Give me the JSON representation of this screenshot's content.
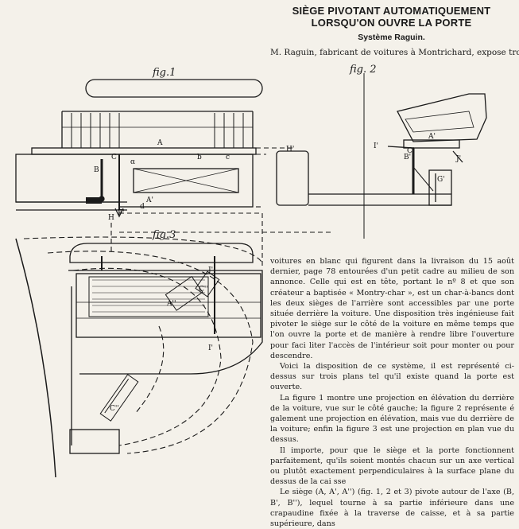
{
  "header": {
    "title_line1": "SIÈGE PIVOTANT AUTOMATIQUEMENT",
    "title_line2": "LORSQU'ON OUVRE LA PORTE",
    "subtitle": "Système Raguin.",
    "intro": "M. Raguin, fabricant de voitures à Montrichard, expose trois"
  },
  "figures": {
    "fig1": "fig.1",
    "fig2": "fig. 2",
    "fig3": "fig.3"
  },
  "labels": {
    "A": "A",
    "B": "B",
    "C": "C",
    "alpha": "α",
    "b": "b",
    "c": "c",
    "Aprime": "A'",
    "d": "d",
    "H": "H",
    "Hprime": "H'",
    "Iprime": "I'",
    "Jprime": "J'",
    "Gprime": "G'",
    "Bprime": "B'",
    "Cprime": "C'",
    "Adouble": "A''",
    "Fprime": "F'",
    "Cdouble": "C''",
    "I": "I'",
    "Jdouble": "J''",
    "Ctriple": "C''"
  },
  "body": {
    "p1": "voitures en blanc qui figurent dans la livraison du 15 août dernier, page 78 entourées d'un petit cadre au milieu de son annonce. Celle qui est en tête, portant le nº 8 et que son créateur a baptisée « Montry-char », est un char-à-bancs dont les deux sièges de l'arrière sont accessibles par une porte située derrière la voiture. Une disposition très ingénieuse fait pivoter le siège sur le côté de la voiture en même temps que l'on ouvre la porte et de manière à rendre libre l'ouverture pour faci liter l'accès de l'intérieur soit pour monter ou pour descendre.",
    "p2": "Voici la disposition de ce système, il est représenté ci-dessus sur trois plans tel qu'il existe quand la porte est ouverte.",
    "p3": "La figure 1 montre une projection en élévation du derrière de la voiture, vue sur le côté gauche; la figure 2 représente é galement une projection en élévation, mais vue du derrière de la voiture; enfin la figure 3 est une projection en plan vue du dessus.",
    "p4": "Il importe, pour que le siège et la porte fonctionnent parfaitement, qu'ils soient montés chacun sur un axe vertical ou plutôt exactement perpendiculaires à la surface plane du dessus de la cai sse",
    "p5": "Le siège (A, A', A'') (fig. 1, 2 et 3) pivote autour de l'axe (B, B', B''), lequel tourne à sa partie inférieure dans une crapaudine fixée à la traverse de caisse, et à sa partie supérieure, dans"
  }
}
